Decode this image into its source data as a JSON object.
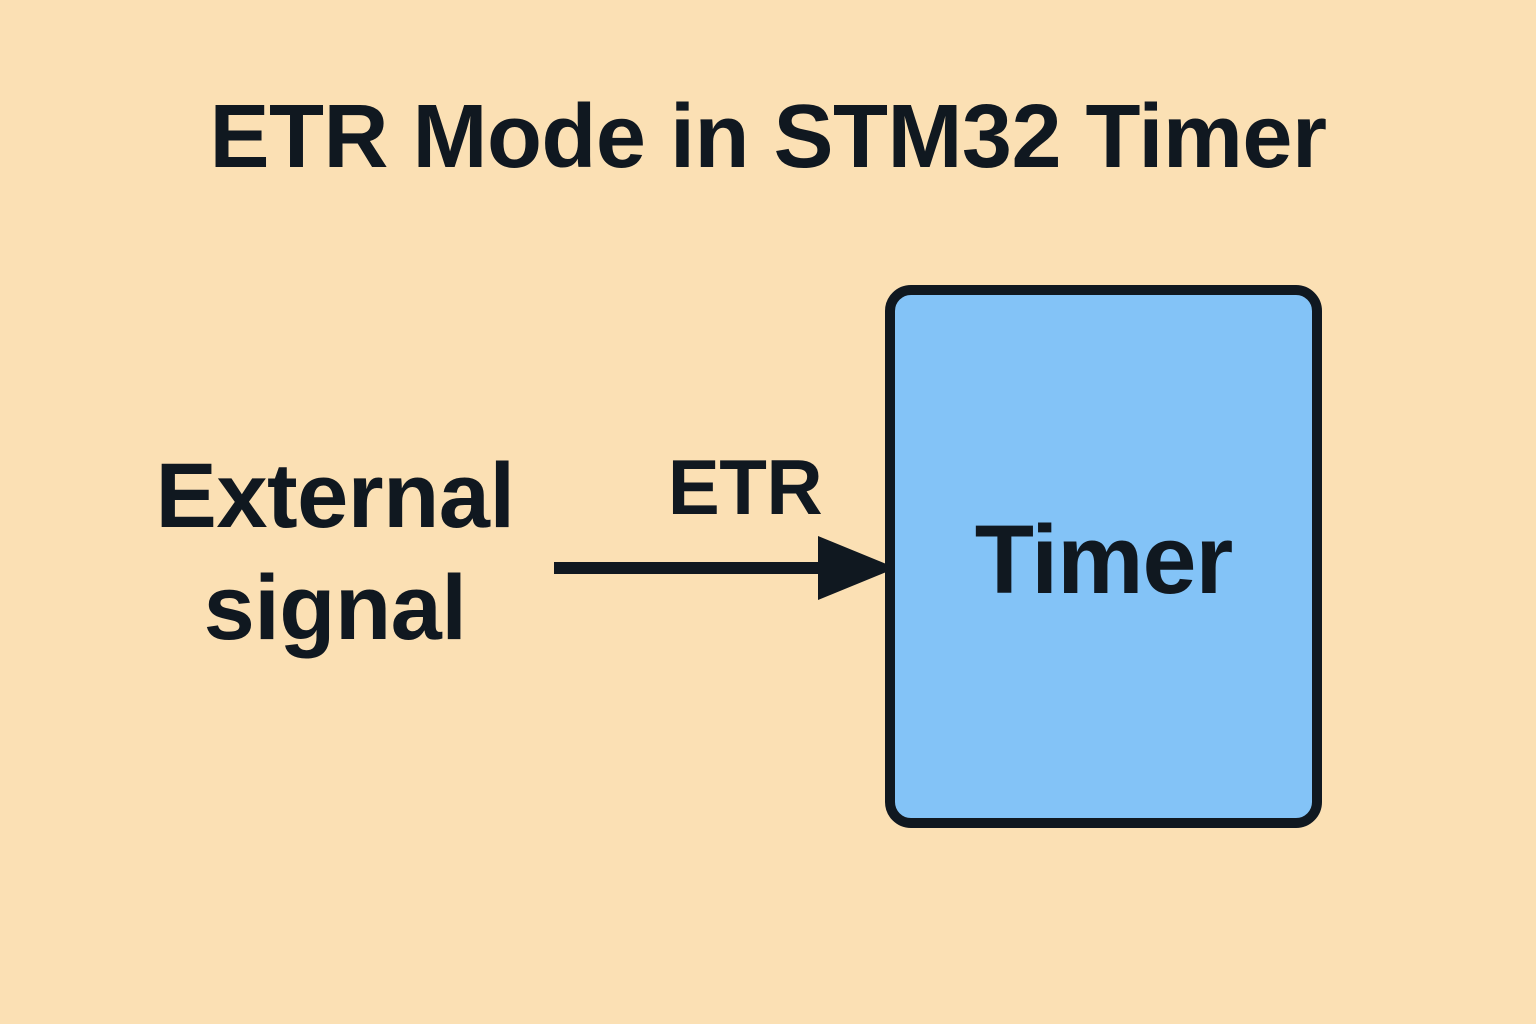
{
  "diagram": {
    "title": "ETR Mode in STM32 Timer",
    "background_color": "#fbe0b4",
    "ink_color": "#101820",
    "source": {
      "label_line1": "External",
      "label_line2": "signal"
    },
    "connector": {
      "label": "ETR",
      "icon": "arrow-right-icon",
      "direction": "left-to-right",
      "color": "#101820"
    },
    "target": {
      "label": "Timer",
      "fill_color": "#83c3f7",
      "border_color": "#101820"
    }
  }
}
